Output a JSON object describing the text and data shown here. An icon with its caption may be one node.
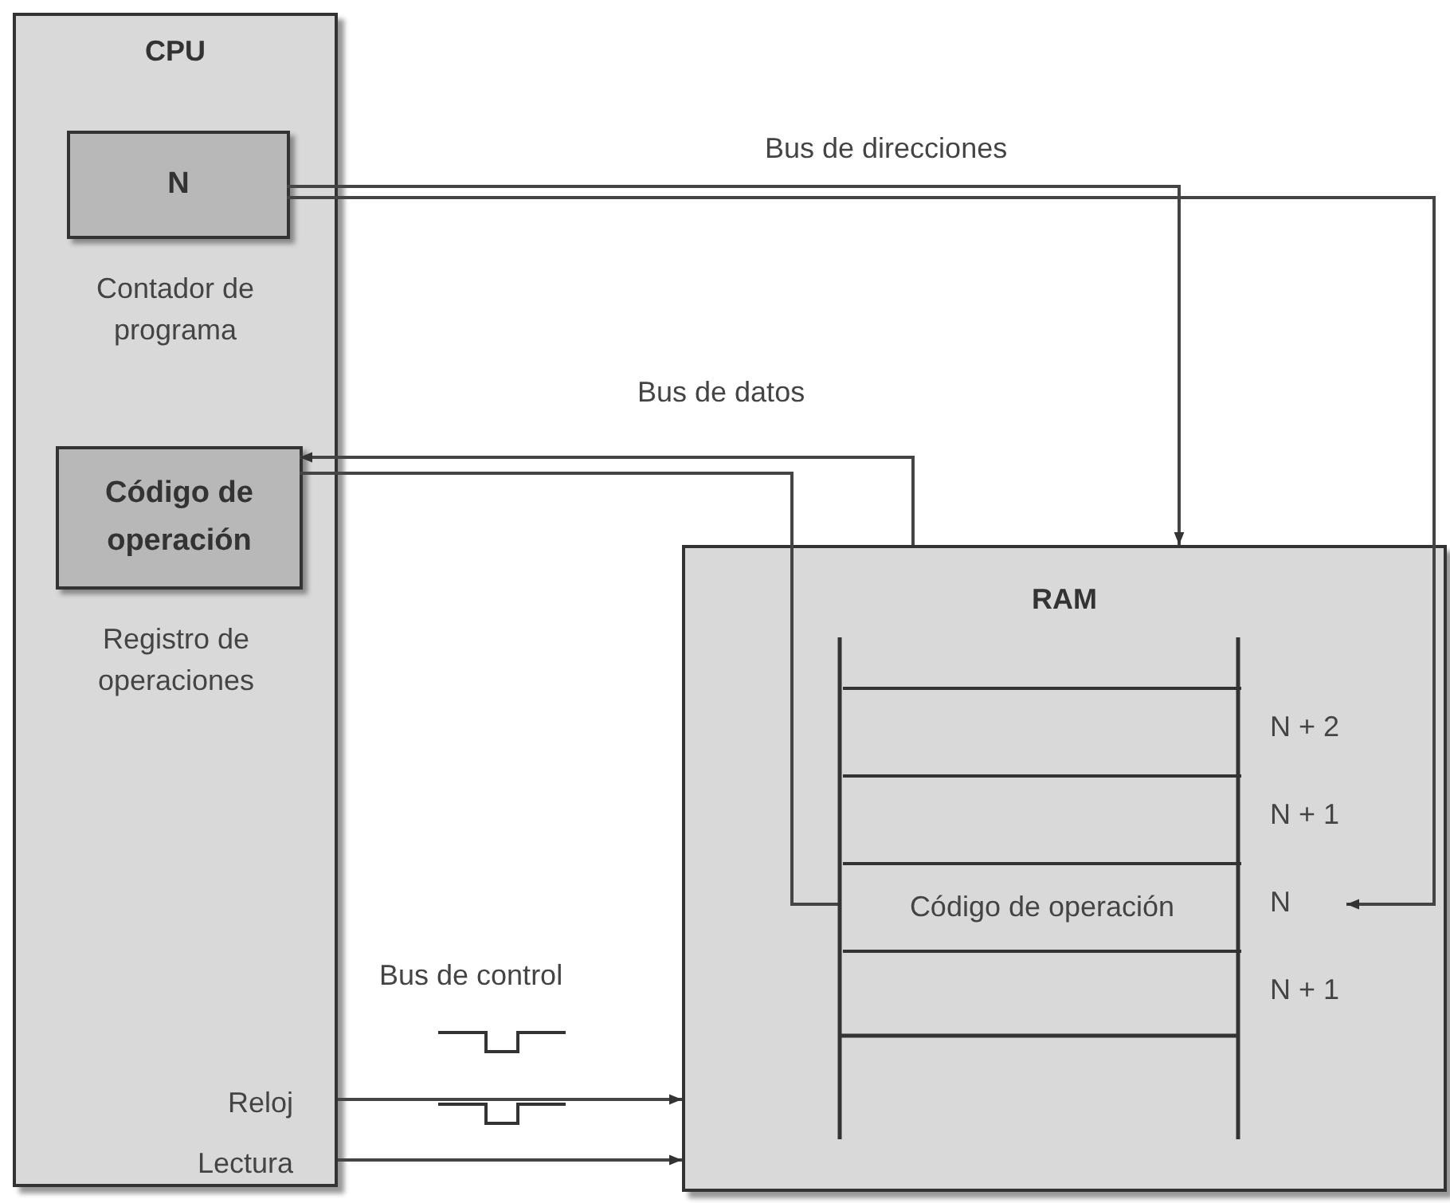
{
  "diagram": {
    "nodes": [
      {
        "text": [
          "CPU"
        ]
      },
      {
        "text": [
          "N"
        ],
        "in": 0,
        "beside": [
          "Contador de programa"
        ]
      },
      {
        "text": [
          "Código de operación"
        ],
        "in": 0,
        "beside": [
          "Registro de operaciones"
        ]
      },
      {
        "text": [
          "Reloj"
        ],
        "in": 0
      },
      {
        "text": [
          "Lectura"
        ],
        "in": 0
      },
      {
        "text": [
          "RAM"
        ]
      },
      {
        "text": [],
        "shape": "box",
        "in": 5,
        "beside": [
          "N + 2"
        ]
      },
      {
        "text": [],
        "shape": "box",
        "in": 5,
        "beside": [
          "N + 1"
        ]
      },
      {
        "text": [
          "Código de operación"
        ],
        "in": 5,
        "beside": [
          "N"
        ]
      },
      {
        "text": [],
        "shape": "box",
        "in": 5,
        "beside": [
          "N + 1"
        ]
      }
    ],
    "edges": [
      {
        "from": 1,
        "to": 5,
        "arrow": "to",
        "label": "Bus de direcciones"
      },
      {
        "from": 1,
        "to": 8,
        "arrow": "to"
      },
      {
        "from": 5,
        "to": 2,
        "arrow": "to",
        "label": "Bus de datos"
      },
      {
        "from": 2,
        "to": 8,
        "arrow": "none"
      },
      {
        "from": 3,
        "to": 5,
        "arrow": "to"
      },
      {
        "from": 4,
        "to": 5,
        "arrow": "to"
      }
    ],
    "labels": [
      "Bus de control"
    ]
  }
}
